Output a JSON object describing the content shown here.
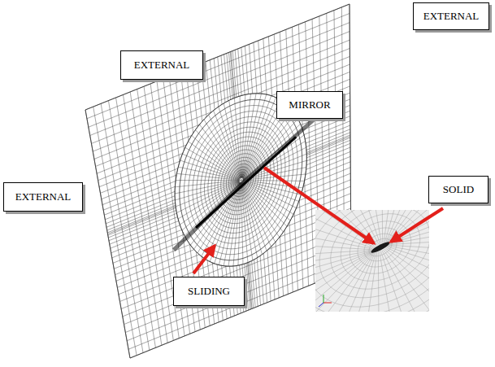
{
  "diagram": {
    "nodes": [
      {
        "text": [
          "EXTERNAL"
        ]
      },
      {
        "text": [
          "EXTERNAL"
        ]
      },
      {
        "text": [
          "MIRROR"
        ]
      },
      {
        "text": [
          "SOLID"
        ]
      },
      {
        "text": [
          "EXTERNAL"
        ]
      },
      {
        "text": [
          "SLIDING"
        ]
      }
    ]
  }
}
